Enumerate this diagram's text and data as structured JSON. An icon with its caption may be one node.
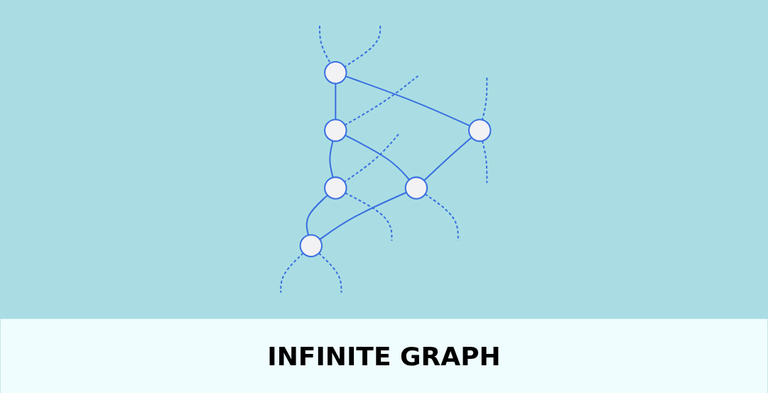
{
  "diagram": {
    "title": "INFINITE GRAPH",
    "nodes": [
      {
        "text": [],
        "shape": "circle"
      },
      {
        "text": [],
        "shape": "circle"
      },
      {
        "text": [],
        "shape": "circle"
      },
      {
        "text": [],
        "shape": "circle"
      },
      {
        "text": [],
        "shape": "circle"
      },
      {
        "text": [],
        "shape": "circle"
      }
    ],
    "edges": [
      {
        "from": 0,
        "to": 1,
        "arrow": "none"
      },
      {
        "from": 1,
        "to": 2,
        "arrow": "none"
      },
      {
        "from": 0,
        "to": 3,
        "arrow": "none"
      },
      {
        "from": 1,
        "to": 4,
        "arrow": "none"
      },
      {
        "from": 2,
        "to": 5,
        "arrow": "none"
      },
      {
        "from": 3,
        "to": 4,
        "arrow": "none"
      },
      {
        "from": 4,
        "to": 5,
        "arrow": "none"
      },
      {
        "from": null,
        "to": 0,
        "arrow": "none",
        "style": "dashed"
      },
      {
        "from": null,
        "to": 1,
        "arrow": "none",
        "style": "dashed"
      },
      {
        "from": null,
        "to": 2,
        "arrow": "none",
        "style": "dashed"
      },
      {
        "from": null,
        "to": 0,
        "arrow": "none",
        "style": "dashed"
      },
      {
        "from": 2,
        "to": null,
        "arrow": "none",
        "style": "dashed"
      },
      {
        "from": null,
        "to": 3,
        "arrow": "none",
        "style": "dashed"
      },
      {
        "from": 5,
        "to": null,
        "arrow": "none",
        "style": "dashed"
      },
      {
        "from": 3,
        "to": null,
        "arrow": "none",
        "style": "dashed"
      },
      {
        "from": 4,
        "to": null,
        "arrow": "none",
        "style": "dashed"
      },
      {
        "from": 5,
        "to": null,
        "arrow": "none",
        "style": "dashed"
      }
    ]
  }
}
